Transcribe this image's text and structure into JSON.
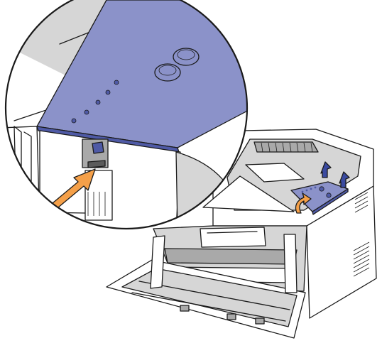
{
  "figure": {
    "subject": "printer",
    "colors": {
      "outline": "#1a1a1a",
      "body_fill": "#ffffff",
      "shade_light": "#d6d6d6",
      "shade_mid": "#a9a9a9",
      "shade_dark": "#5b5b5b",
      "panel_blue": "#8b92c9",
      "panel_blue_dark": "#4f5aa6",
      "arrow_orange": "#f5a049",
      "arrow_blue": "#3a4aa0"
    },
    "callout": {
      "shape": "circle",
      "shows": "front-latch-release"
    },
    "arrows": [
      {
        "color_role": "arrow_orange",
        "meaning": "push-release-button"
      },
      {
        "color_role": "arrow_blue",
        "meaning": "lift-top-cover"
      },
      {
        "color_role": "arrow_blue",
        "meaning": "lift-top-cover"
      },
      {
        "color_role": "arrow_orange",
        "meaning": "lift-top-cover"
      }
    ]
  }
}
